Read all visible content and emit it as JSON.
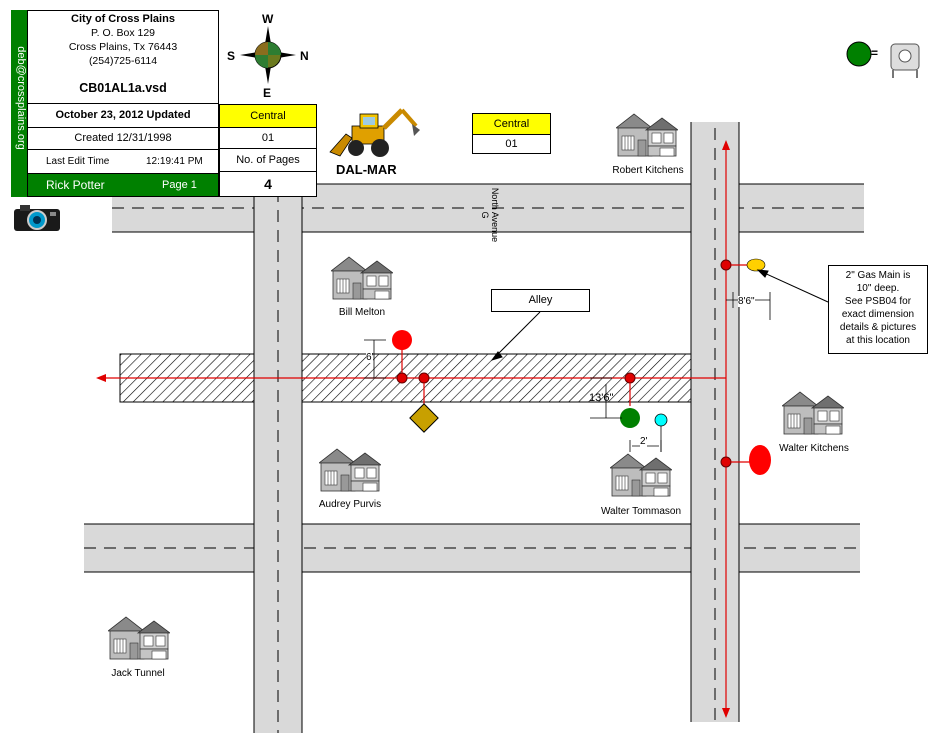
{
  "title_block": {
    "org_name": "City of Cross Plains",
    "address1": "P. O. Box 129",
    "address2": "Cross Plains, Tx  76443",
    "phone": "(254)725-6114",
    "file_name": "CB01AL1a.vsd",
    "updated": "October 23, 2012 Updated",
    "created": "Created 12/31/1998",
    "last_edit_label": "Last Edit Time",
    "last_edit_time": "12:19:41 PM",
    "author": "Rick Potter",
    "page": "Page 1",
    "district": "Central",
    "district_number": "01",
    "pages_label": "No. of Pages",
    "pages_count": "4",
    "email": "deb@crossplains.org"
  },
  "compass": {
    "west": "W",
    "east": "E",
    "south": "S",
    "north": "N"
  },
  "contractor_label": "DAL-MAR",
  "map_district": {
    "name": "Central",
    "number": "01"
  },
  "streets": {
    "vertical_street": "North Avenue G"
  },
  "callouts": {
    "alley": "Alley",
    "gas_main_note": [
      "2\" Gas Main is",
      "10\" deep.",
      "See PSB04 for",
      "exact dimension",
      "details & pictures",
      "at this location"
    ]
  },
  "dimensions": {
    "d1": "6'",
    "d2": "13'6\"",
    "d3": "2'",
    "d4": "8'6\""
  },
  "houses": {
    "robert_kitchens": "Robert Kitchens",
    "bill_melton": "Bill Melton",
    "audrey_purvis": "Audrey Purvis",
    "walter_tommason": "Walter Tommason",
    "walter_kitchens": "Walter Kitchens",
    "jack_tunnel": "Jack Tunnel"
  },
  "legend": {
    "equals": "="
  },
  "colors": {
    "gas_line": "#e00000",
    "road": "#d9d9d9",
    "accent_green": "#008000",
    "highlight": "#ffff00"
  }
}
